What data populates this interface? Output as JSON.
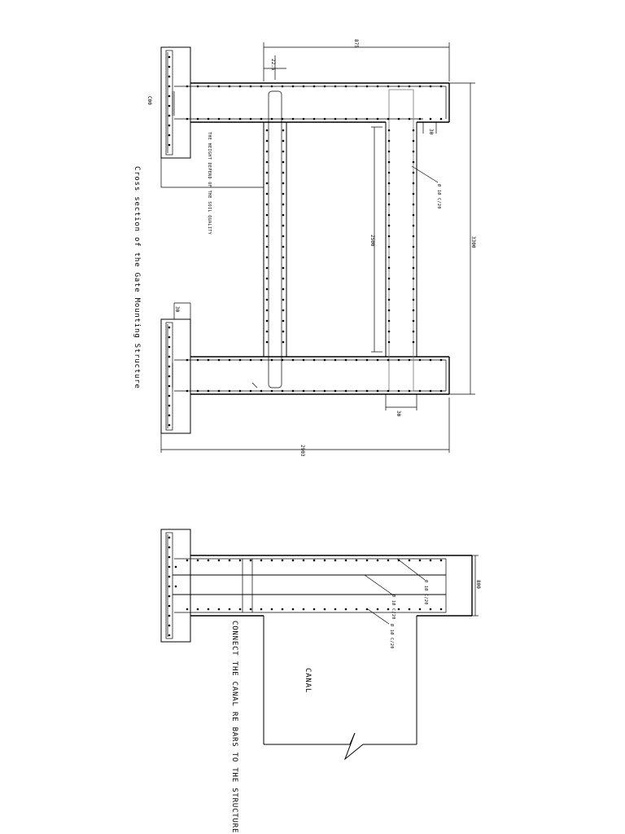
{
  "top_drawing": {
    "title": "Cross section of the Gate Mounting Structure",
    "note_height": "THE HEIGHT DEPEND OF THE SOIL QUALITY",
    "rebar_callout": "Ø 1Ø C/20",
    "dimensions": {
      "overall_top": "875",
      "offset_top": "22.5",
      "flange": "C00",
      "right_height": "3300",
      "inner_height": "2500",
      "web_top": "30",
      "web_bottom": "30",
      "bottom_width": "2903",
      "right_step": "30"
    }
  },
  "bottom_drawing": {
    "canal_label": "CANAL",
    "connect_note": "CONNECT THE CANAL RE BARS TO THE STRUCTURE",
    "width_dim": "800",
    "callouts": [
      "Ø 1Ø C/20",
      "Ø 1Ø C/20",
      "Ø 1Ø C/20"
    ]
  }
}
